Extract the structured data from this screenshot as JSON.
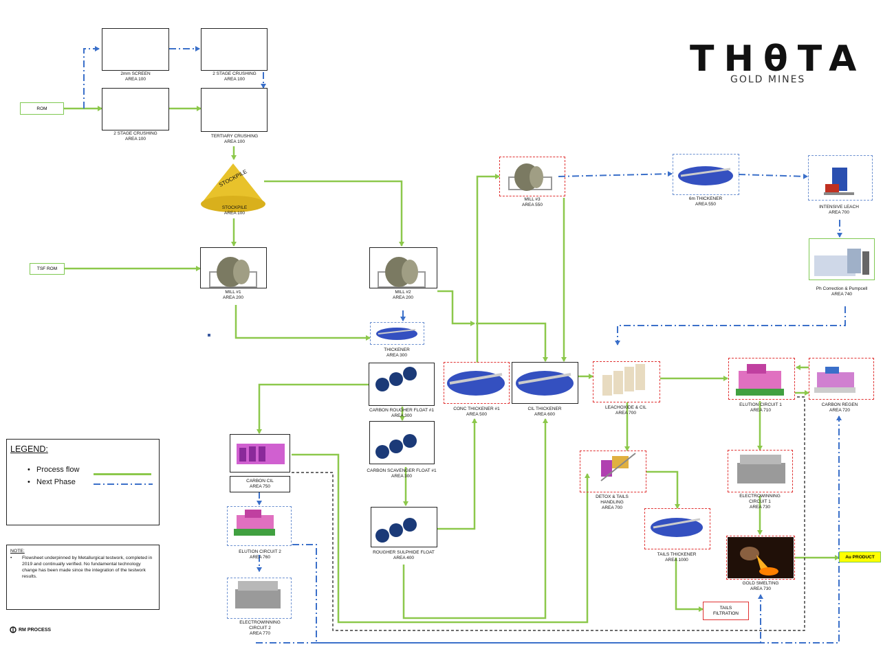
{
  "logo": {
    "brand": "THθTA",
    "sub": "GOLD MINES"
  },
  "inputs": {
    "rom": "ROM",
    "tsf_rom": "TSF ROM"
  },
  "nodes": {
    "screen_2mm": {
      "name": "2mm SCREEN",
      "area": "AREA 100"
    },
    "crushing_top": {
      "name": "2 STAGE CRUSHING",
      "area": "AREA 100"
    },
    "crushing_main": {
      "name": "2 STAGE CRUSHING",
      "area": "AREA 100"
    },
    "tertiary": {
      "name": "TERTIARY CRUSHING",
      "area": "AREA 100"
    },
    "stockpile": {
      "name": "STOCKPILE",
      "area": "AREA 100",
      "overlay": "STOCKPILE"
    },
    "mill1": {
      "name": "MILL #1",
      "area": "AREA 200"
    },
    "mill2": {
      "name": "MILL #2",
      "area": "AREA 200"
    },
    "mill3": {
      "name": "MILL #3",
      "area": "AREA 550"
    },
    "thickener": {
      "name": "THICKENER",
      "area": "AREA 300"
    },
    "thickener6m": {
      "name": "6m THICKENER",
      "area": "AREA 550"
    },
    "intensive_leach": {
      "name": "INTENSIVE LEACH",
      "area": "AREA 700"
    },
    "ph_correction": {
      "name": "Ph Correction & Pumpcell",
      "area": "AREA 740"
    },
    "carbon_rougher": {
      "name": "CARBON ROUGHER FLOAT #1",
      "area": "AREA 300"
    },
    "carbon_scavenger": {
      "name": "CARBON SCAVENGER FLOAT #1",
      "area": "AREA 300"
    },
    "rougher_sulphide": {
      "name": "ROUGHER SULPHIDE FLOAT",
      "area": "AREA 400"
    },
    "conc_thickener": {
      "name": "CONC THICKENER #1",
      "area": "AREA 500"
    },
    "cil_thickener": {
      "name": "CIL THICKENER",
      "area": "AREA 600"
    },
    "leach_cil": {
      "name": "LEACHOXIDE & CIL",
      "area": "AREA 700"
    },
    "elution1": {
      "name": "ELUTION CIRCUIT 1",
      "area": "AREA 710"
    },
    "carbon_regen": {
      "name": "CARBON REGEN",
      "area": "AREA 720"
    },
    "carbon_cil": {
      "name": "CARBON CIL",
      "area": "AREA 750"
    },
    "elution2": {
      "name": "ELUTION CIRCUIT 2",
      "area": "AREA 760"
    },
    "electrowinning2": {
      "name": "ELECTROWINNING\nCIRCUIT 2",
      "area": "AREA 770"
    },
    "detox": {
      "name": "DETOX & TAILS\nHANDLING",
      "area": "AREA 700"
    },
    "tails_thickener": {
      "name": "TAILS THICKENER",
      "area": "AREA 1000"
    },
    "electrowinning1": {
      "name": "ELECTROWINNING\nCIRCUIT 1",
      "area": "AREA 730"
    },
    "gold_smelting": {
      "name": "GOLD SMELTING",
      "area": "AREA 730"
    }
  },
  "tails_filtration": "TAILS\nFILTRATION",
  "au_product": "Au PRODUCT",
  "legend": {
    "title": "LEGEND:",
    "process_flow": "Process flow",
    "next_phase": "Next Phase"
  },
  "note": {
    "title": "NOTE:",
    "text": "Flowsheet underpinned by Metallurgical testwork, completed in 2019 and continually verified. No fundamental technology change has been made since the integration of the testwork results."
  },
  "footer": "RM PROCESS",
  "colors": {
    "process_flow": "#8cc84b",
    "next_phase": "#3a6fc9",
    "dashed_black": "#111111",
    "au_product_fill": "#ffff00"
  }
}
